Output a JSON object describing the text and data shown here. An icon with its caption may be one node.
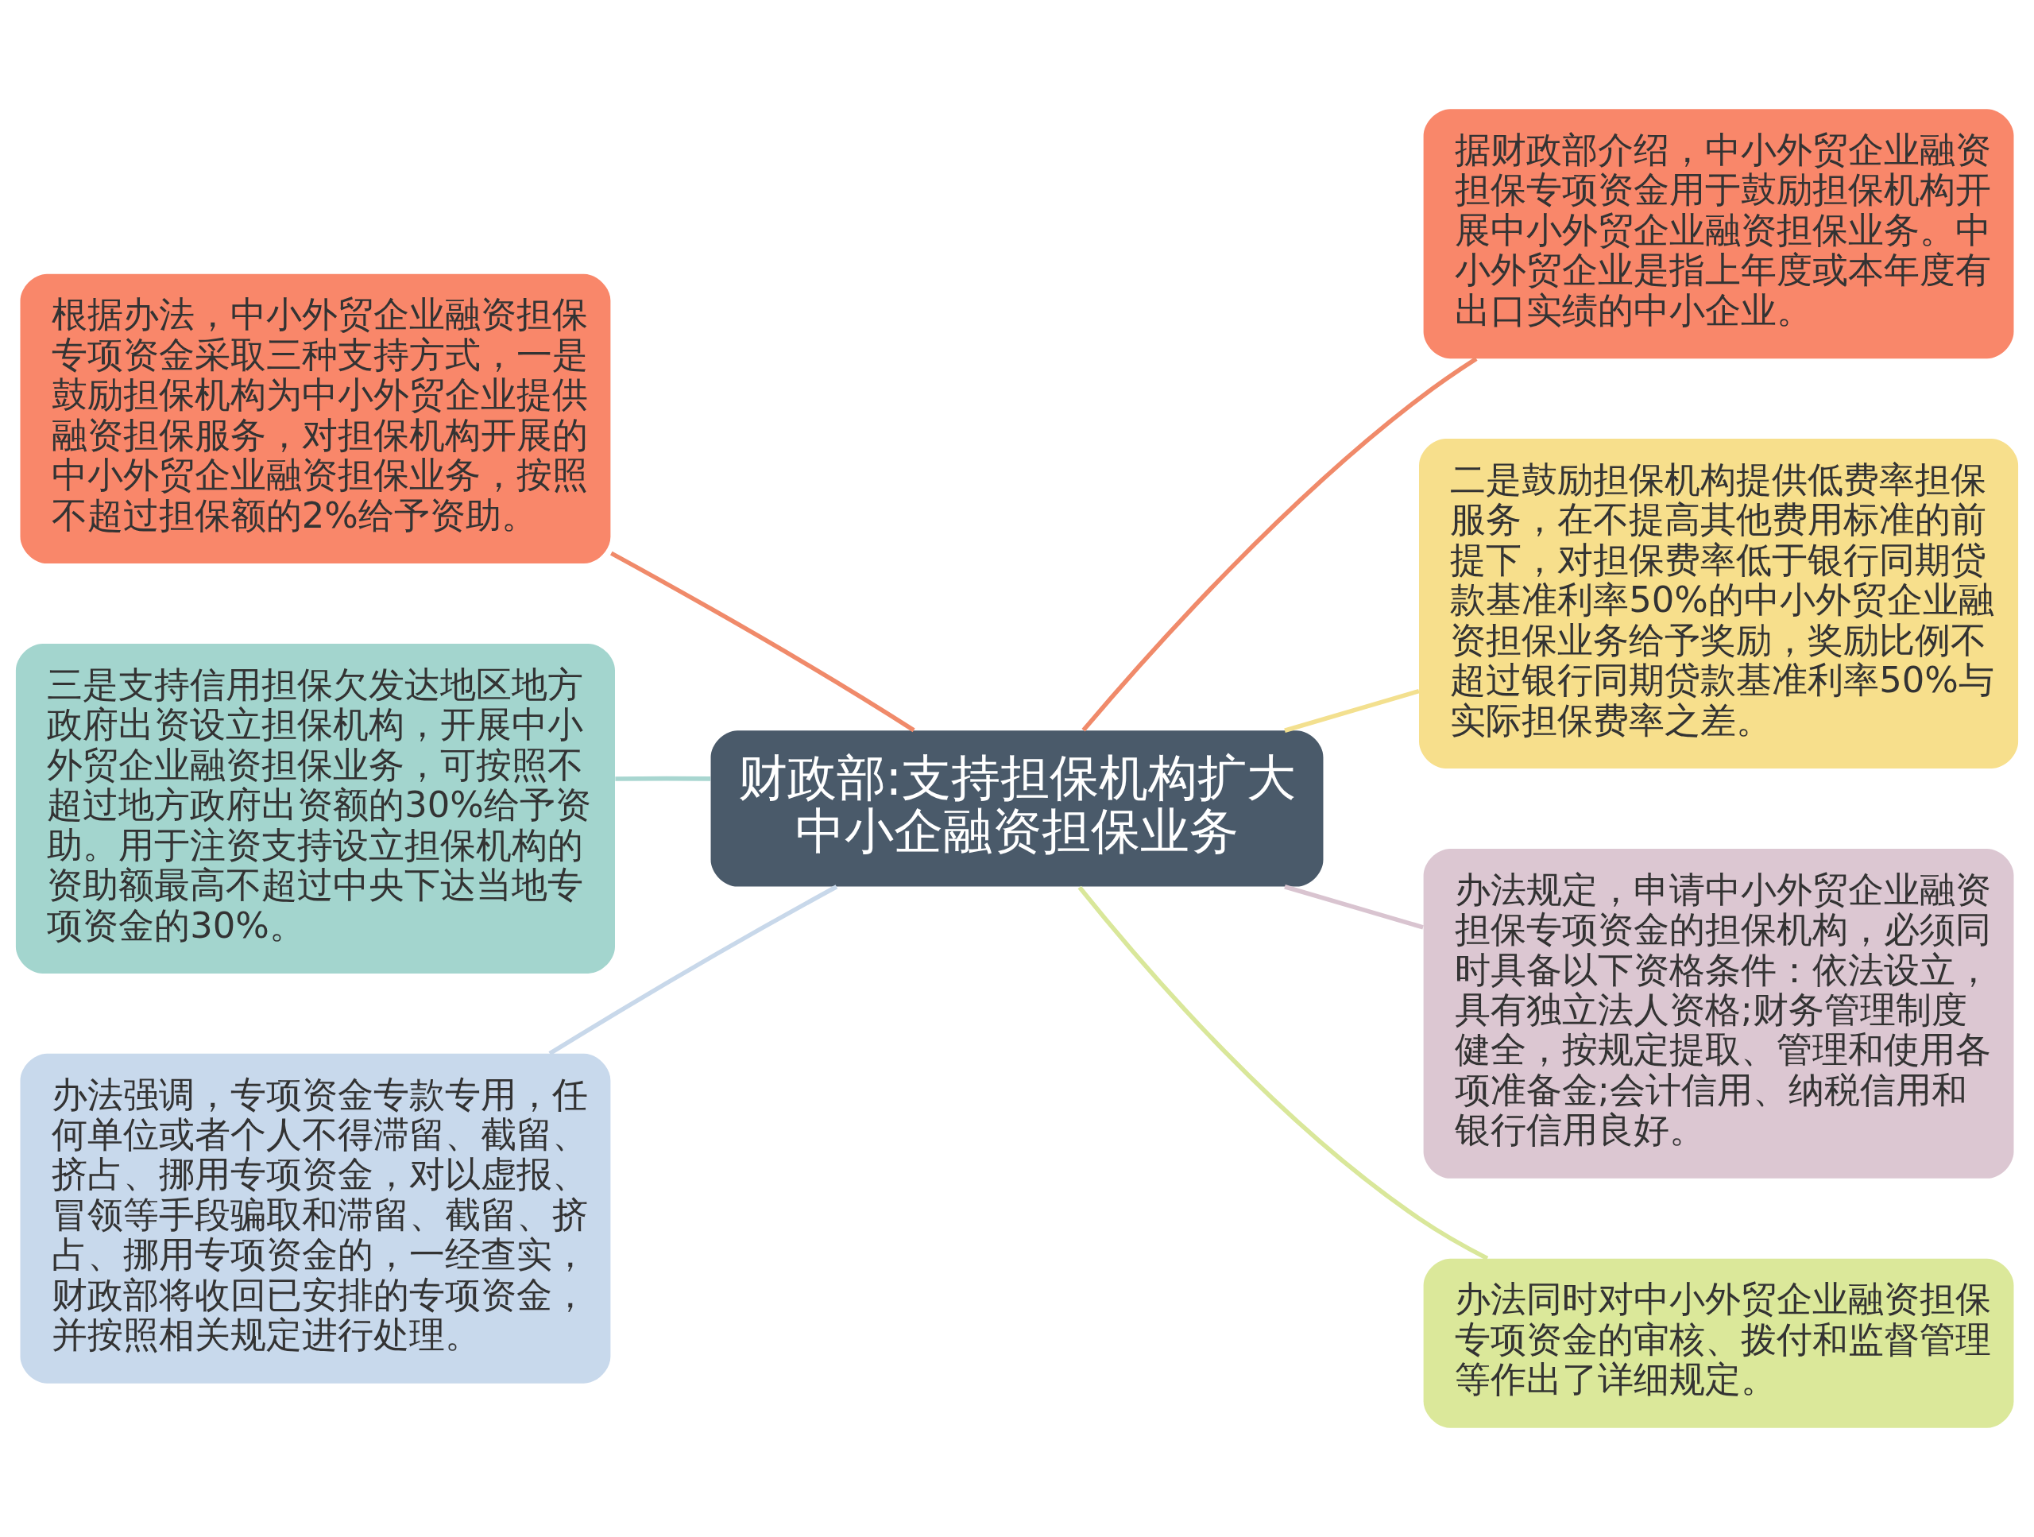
{
  "diagram": {
    "nodes": [
      {
        "text": [
          "财政部:支持担保机构扩大中小企融资担保业务"
        ]
      },
      {
        "text": [
          "根据办法，中小外贸企业融资担保专项资金采取三种支持方式，一是鼓励担保机构为中小外贸企业提供融资担保服务，对担保机构开展的中小外贸企业融资担保业务，按照不超过担保额的2%给予资助。"
        ]
      },
      {
        "text": [
          "三是支持信用担保欠发达地区地方政府出资设立担保机构，开展中小外贸企业融资担保业务，可按照不超过地方政府出资额的30%给予资助。用于注资支持设立担保机构的资助额最高不超过中央下达当地专项资金的30%。"
        ]
      },
      {
        "text": [
          "办法强调，专项资金专款专用，任何单位或者个人不得滞留、截留、挤占、挪用专项资金，对以虚报、冒领等手段骗取和滞留、截留、挤占、挪用专项资金的，一经查实，财政部将收回已安排的专项资金，并按照相关规定进行处理。"
        ]
      },
      {
        "text": [
          "据财政部介绍，中小外贸企业融资担保专项资金用于鼓励担保机构开展中小外贸企业融资担保业务。中小外贸企业是指上年度或本年度有出口实绩的中小企业。"
        ]
      },
      {
        "text": [
          "二是鼓励担保机构提供低费率担保服务，在不提高其他费用标准的前提下，对担保费率低于银行同期贷款基准利率50%的中小外贸企业融资担保业务给予奖励，奖励比例不超过银行同期贷款基准利率50%与实际担保费率之差。"
        ]
      },
      {
        "text": [
          "办法规定，申请中小外贸企业融资担保专项资金的担保机构，必须同时具备以下资格条件：依法设立，具有独立法人资格;财务管理制度健全，按规定提取、管理和使用各项准备金;会计信用、纳税信用和银行信用良好。"
        ]
      },
      {
        "text": [
          "办法同时对中小外贸企业融资担保专项资金的审核、拨付和监督管理等作出了详细规定。"
        ]
      }
    ],
    "edges": [
      {
        "from": 0,
        "to": 1,
        "arrow": "none",
        "color": "#f08a6a"
      },
      {
        "from": 0,
        "to": 2,
        "arrow": "none",
        "color": "#a8d6d0"
      },
      {
        "from": 0,
        "to": 3,
        "arrow": "none",
        "color": "#c8d8ea"
      },
      {
        "from": 0,
        "to": 4,
        "arrow": "none",
        "color": "#f08a6a"
      },
      {
        "from": 0,
        "to": 5,
        "arrow": "none",
        "color": "#f3e08f"
      },
      {
        "from": 0,
        "to": 6,
        "arrow": "none",
        "color": "#d9c4d0"
      },
      {
        "from": 0,
        "to": 7,
        "arrow": "none",
        "color": "#d9e79a"
      }
    ]
  }
}
